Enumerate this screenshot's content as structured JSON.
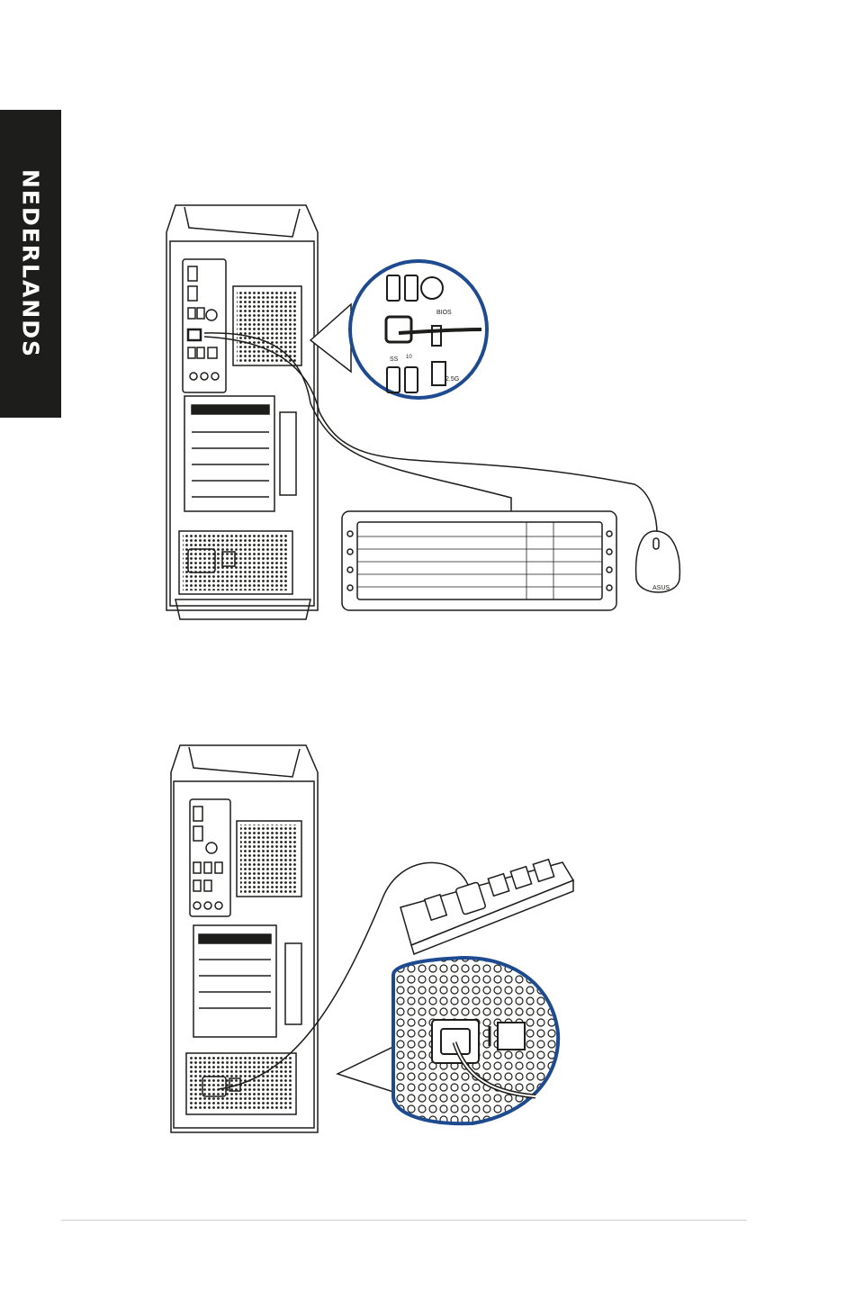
{
  "side_tab": {
    "label": "NEDERLANDS",
    "color": "#1d1d1b"
  },
  "illustrations": {
    "keyboard_mouse": {
      "zoom_labels": {
        "usb": "SS",
        "bios": "BIOS",
        "lan": "2.5G",
        "gen": "10"
      },
      "mouse_brand": "ASUS"
    },
    "power": {}
  },
  "colors": {
    "outline": "#1d1d1b",
    "callout": "#1e4b8f"
  }
}
